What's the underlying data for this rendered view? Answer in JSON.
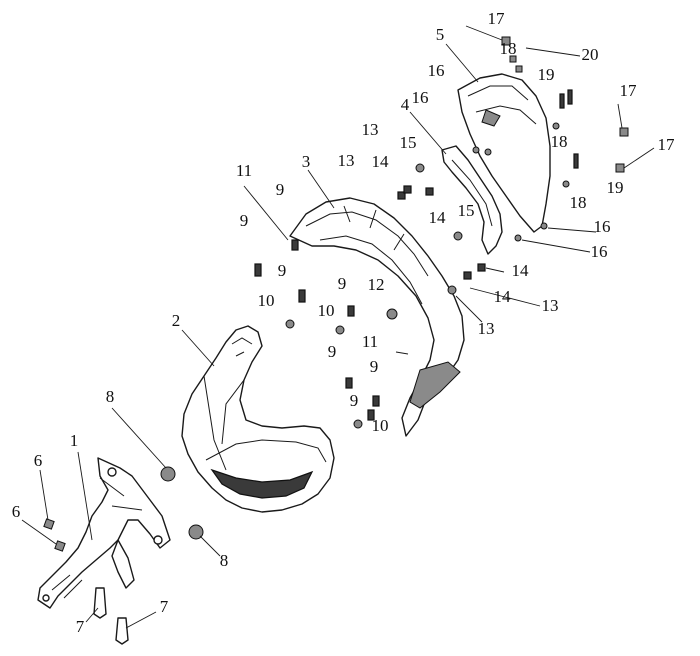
{
  "diagram": {
    "callouts": [
      {
        "id": "c1",
        "text": "1"
      },
      {
        "id": "c2",
        "text": "2"
      },
      {
        "id": "c3",
        "text": "3"
      },
      {
        "id": "c4",
        "text": "4"
      },
      {
        "id": "c5",
        "text": "5"
      },
      {
        "id": "c6a",
        "text": "6"
      },
      {
        "id": "c6b",
        "text": "6"
      },
      {
        "id": "c7a",
        "text": "7"
      },
      {
        "id": "c7b",
        "text": "7"
      },
      {
        "id": "c8a",
        "text": "8"
      },
      {
        "id": "c8b",
        "text": "8"
      },
      {
        "id": "c9a",
        "text": "9"
      },
      {
        "id": "c9b",
        "text": "9"
      },
      {
        "id": "c9c",
        "text": "9"
      },
      {
        "id": "c9d",
        "text": "9"
      },
      {
        "id": "c9e",
        "text": "9"
      },
      {
        "id": "c9f",
        "text": "9"
      },
      {
        "id": "c9g",
        "text": "9"
      },
      {
        "id": "c10a",
        "text": "10"
      },
      {
        "id": "c10b",
        "text": "10"
      },
      {
        "id": "c10c",
        "text": "10"
      },
      {
        "id": "c11a",
        "text": "11"
      },
      {
        "id": "c11b",
        "text": "11"
      },
      {
        "id": "c12",
        "text": "12"
      },
      {
        "id": "c13a",
        "text": "13"
      },
      {
        "id": "c13b",
        "text": "13"
      },
      {
        "id": "c13c",
        "text": "13"
      },
      {
        "id": "c13d",
        "text": "13"
      },
      {
        "id": "c14a",
        "text": "14"
      },
      {
        "id": "c14b",
        "text": "14"
      },
      {
        "id": "c14c",
        "text": "14"
      },
      {
        "id": "c14d",
        "text": "14"
      },
      {
        "id": "c15a",
        "text": "15"
      },
      {
        "id": "c15b",
        "text": "15"
      },
      {
        "id": "c16a",
        "text": "16"
      },
      {
        "id": "c16b",
        "text": "16"
      },
      {
        "id": "c16c",
        "text": "16"
      },
      {
        "id": "c16d",
        "text": "16"
      },
      {
        "id": "c17a",
        "text": "17"
      },
      {
        "id": "c17b",
        "text": "17"
      },
      {
        "id": "c17c",
        "text": "17"
      },
      {
        "id": "c18a",
        "text": "18"
      },
      {
        "id": "c18b",
        "text": "18"
      },
      {
        "id": "c18c",
        "text": "18"
      },
      {
        "id": "c19a",
        "text": "19"
      },
      {
        "id": "c19b",
        "text": "19"
      },
      {
        "id": "c20",
        "text": "20"
      }
    ]
  }
}
